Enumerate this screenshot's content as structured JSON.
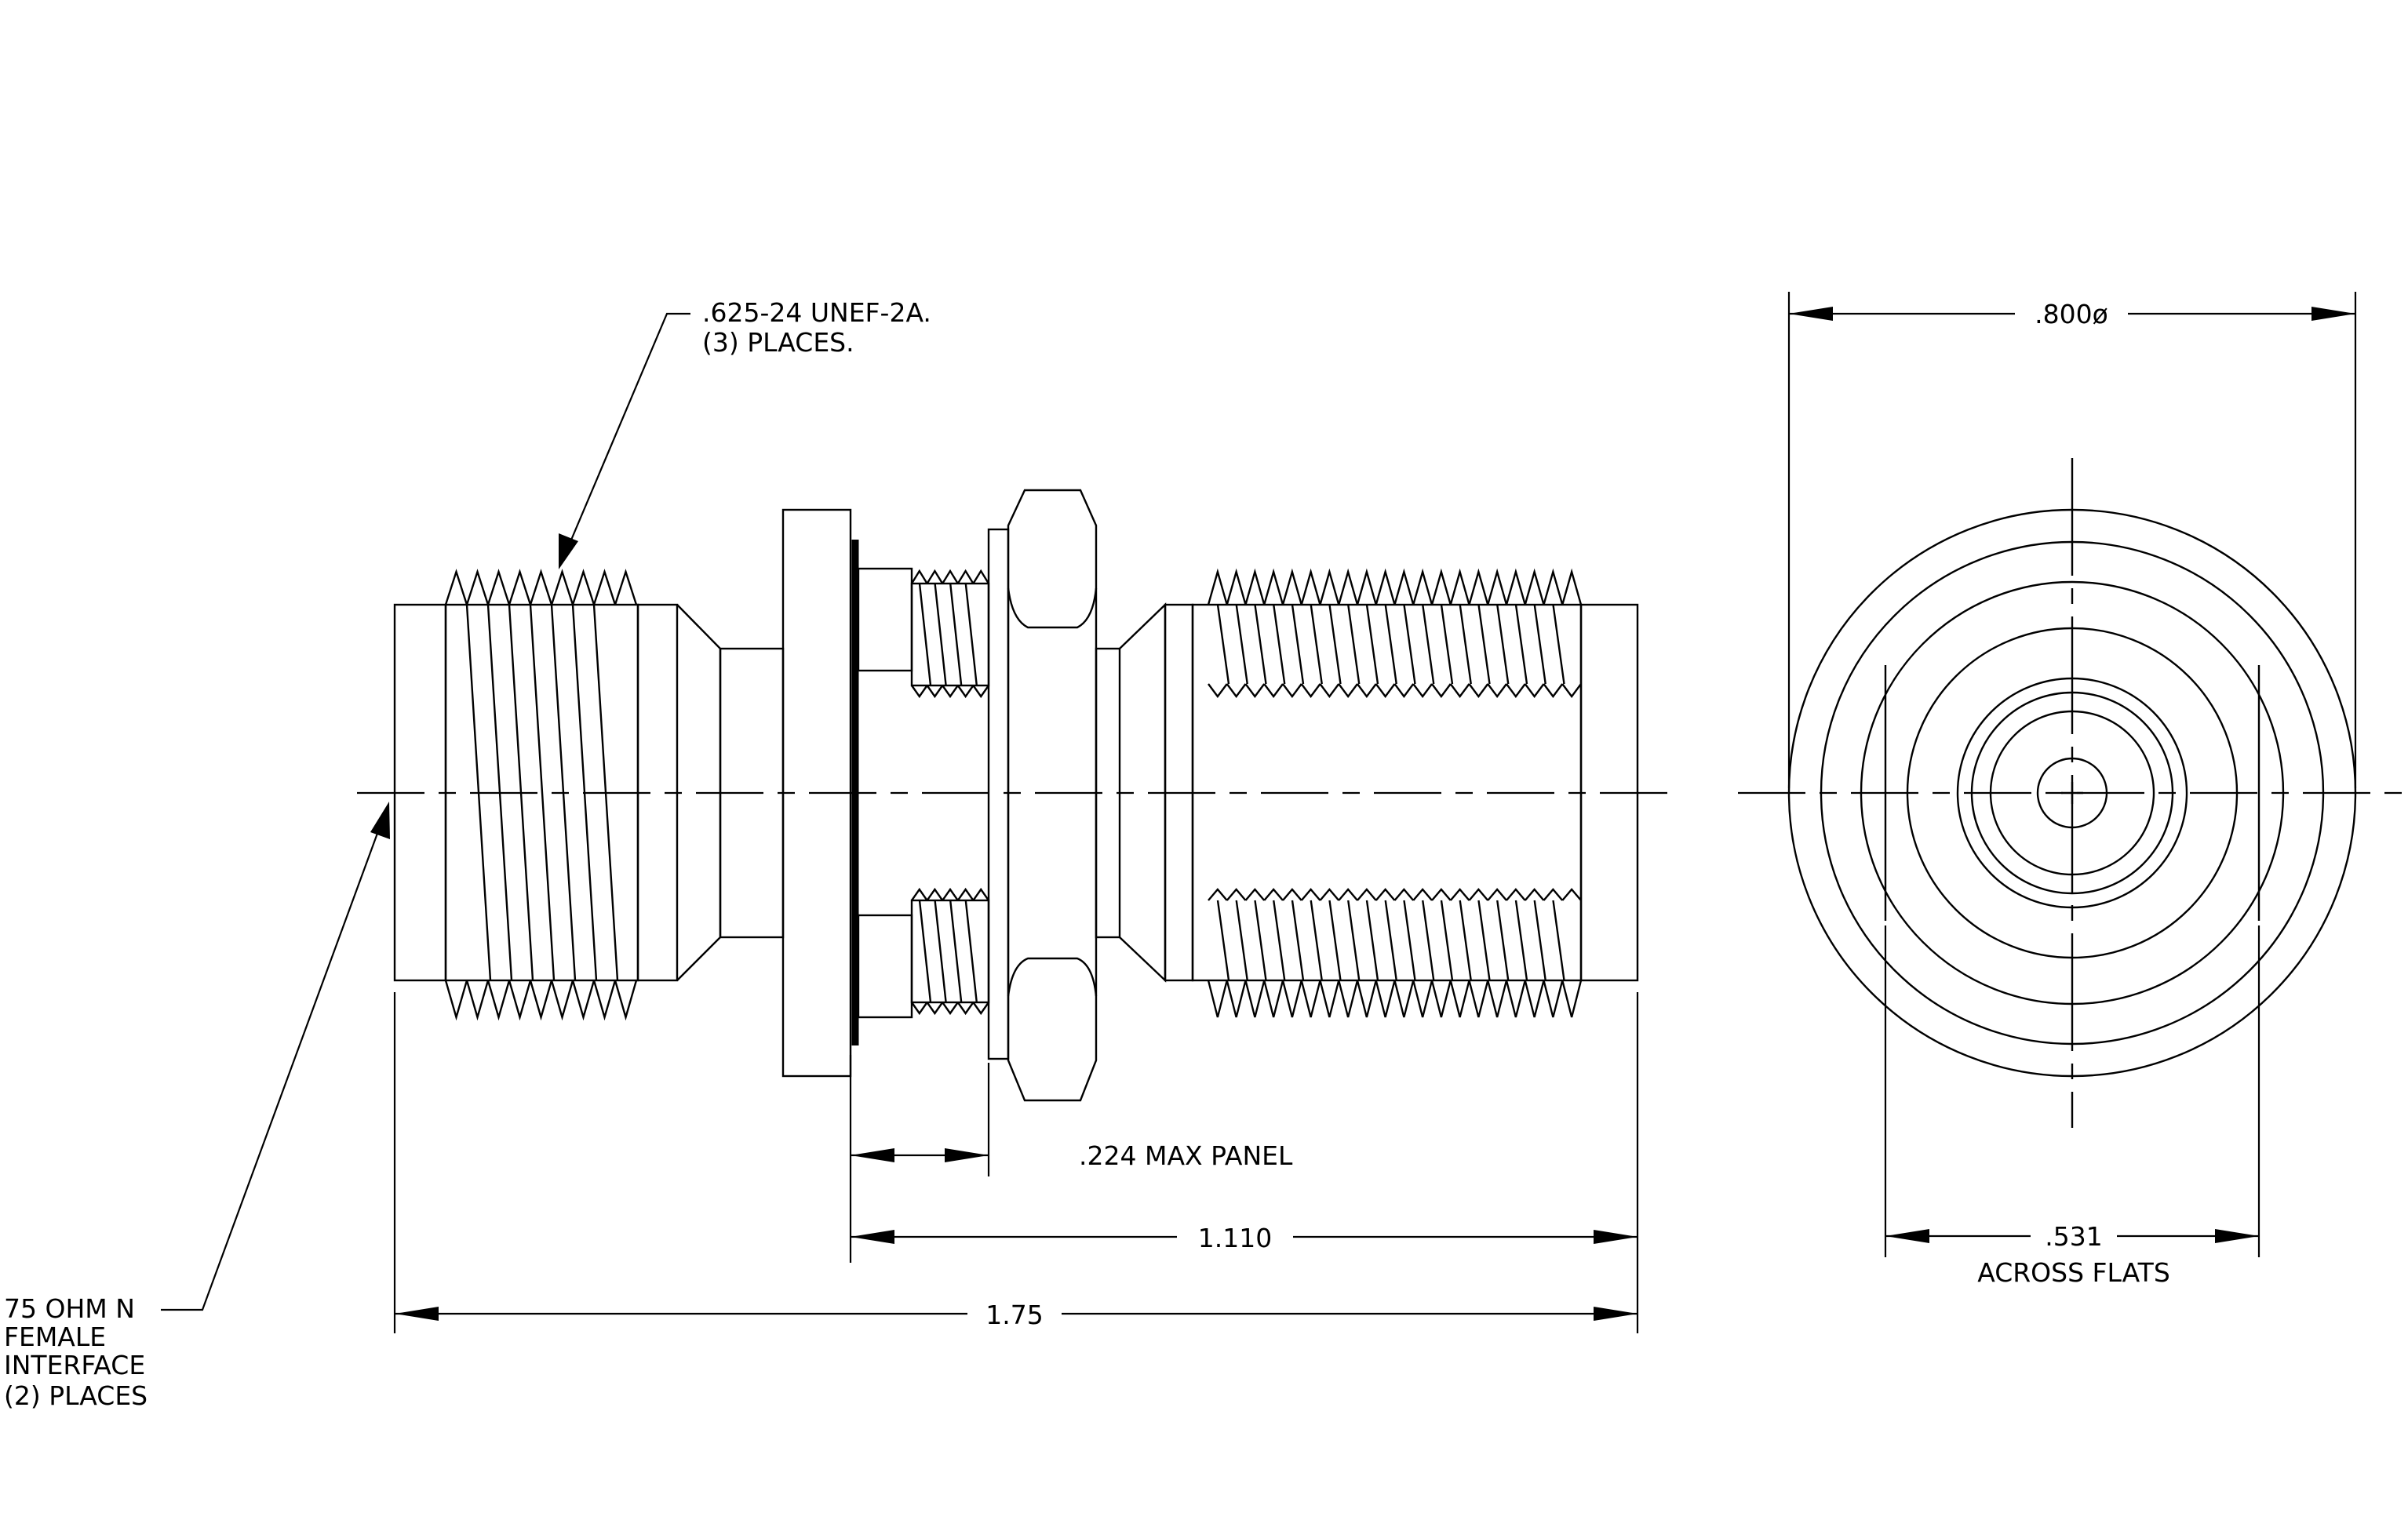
{
  "drawing": {
    "thread_callout": {
      "line1": ".625-24 UNEF-2A.",
      "line2": "(3) PLACES."
    },
    "interface_callout": {
      "line1": "75 OHM N",
      "line2": "FEMALE",
      "line3": "INTERFACE",
      "line4": "(2)  PLACES"
    },
    "dimensions": {
      "max_panel": ".224 MAX PANEL",
      "flange_to_end": "1.110",
      "overall_length": "1.75",
      "diameter": ".800ø",
      "across_flats_value": ".531",
      "across_flats_label": "ACROSS FLATS"
    }
  }
}
